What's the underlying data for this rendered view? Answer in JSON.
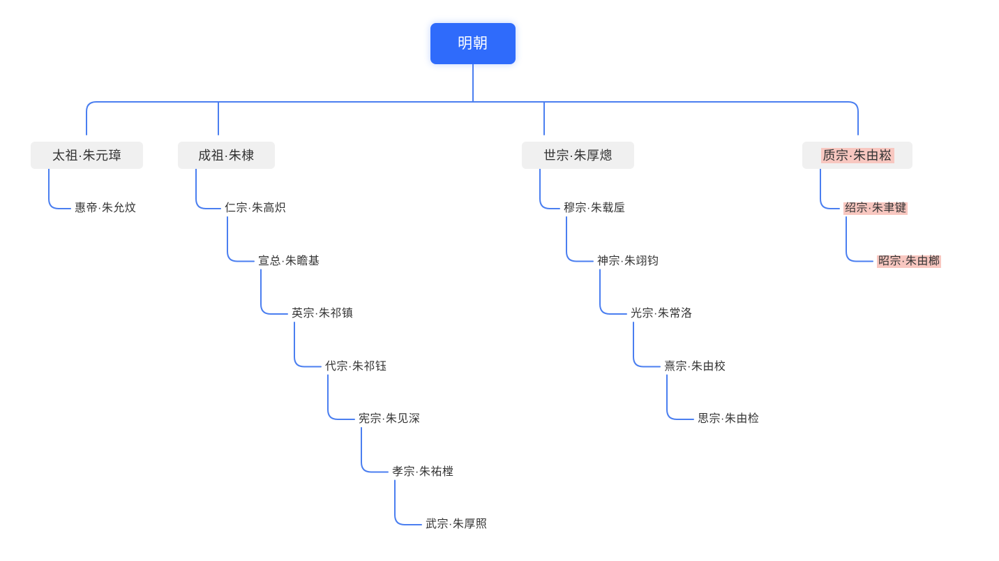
{
  "diagram": {
    "title": "明朝",
    "type": "tree",
    "colors": {
      "root_bg": "#2f6bfb",
      "root_text": "#ffffff",
      "node_bg": "#f0f0f0",
      "node_text": "#333333",
      "edge": "#4a7ef0",
      "highlight_bg": "#f8c7c0",
      "canvas_bg": "#ffffff"
    },
    "root": {
      "label": "明朝"
    },
    "branches": [
      {
        "name": "branch-taizu",
        "head": {
          "label": "太祖·朱元璋",
          "highlight": false
        },
        "chain": [
          {
            "label": "惠帝·朱允炆",
            "highlight": false
          }
        ]
      },
      {
        "name": "branch-chengzu",
        "head": {
          "label": "成祖·朱棣",
          "highlight": false
        },
        "chain": [
          {
            "label": "仁宗·朱高炽",
            "highlight": false
          },
          {
            "label": "宣总·朱瞻基",
            "highlight": false
          },
          {
            "label": "英宗·朱祁镇",
            "highlight": false
          },
          {
            "label": "代宗·朱祁钰",
            "highlight": false
          },
          {
            "label": "宪宗·朱见深",
            "highlight": false
          },
          {
            "label": "孝宗·朱祐樘",
            "highlight": false
          },
          {
            "label": "武宗·朱厚照",
            "highlight": false
          }
        ]
      },
      {
        "name": "branch-shizong",
        "head": {
          "label": "世宗·朱厚熜",
          "highlight": false
        },
        "chain": [
          {
            "label": "穆宗·朱载垕",
            "highlight": false
          },
          {
            "label": "神宗·朱翊钧",
            "highlight": false
          },
          {
            "label": "光宗·朱常洛",
            "highlight": false
          },
          {
            "label": "熹宗·朱由校",
            "highlight": false
          },
          {
            "label": "思宗·朱由检",
            "highlight": false
          }
        ]
      },
      {
        "name": "branch-zhizong",
        "head": {
          "label": "质宗·朱由崧",
          "highlight": true
        },
        "chain": [
          {
            "label": "绍宗·朱聿键",
            "highlight": true
          },
          {
            "label": "昭宗·朱由榔",
            "highlight": true
          }
        ]
      }
    ]
  }
}
